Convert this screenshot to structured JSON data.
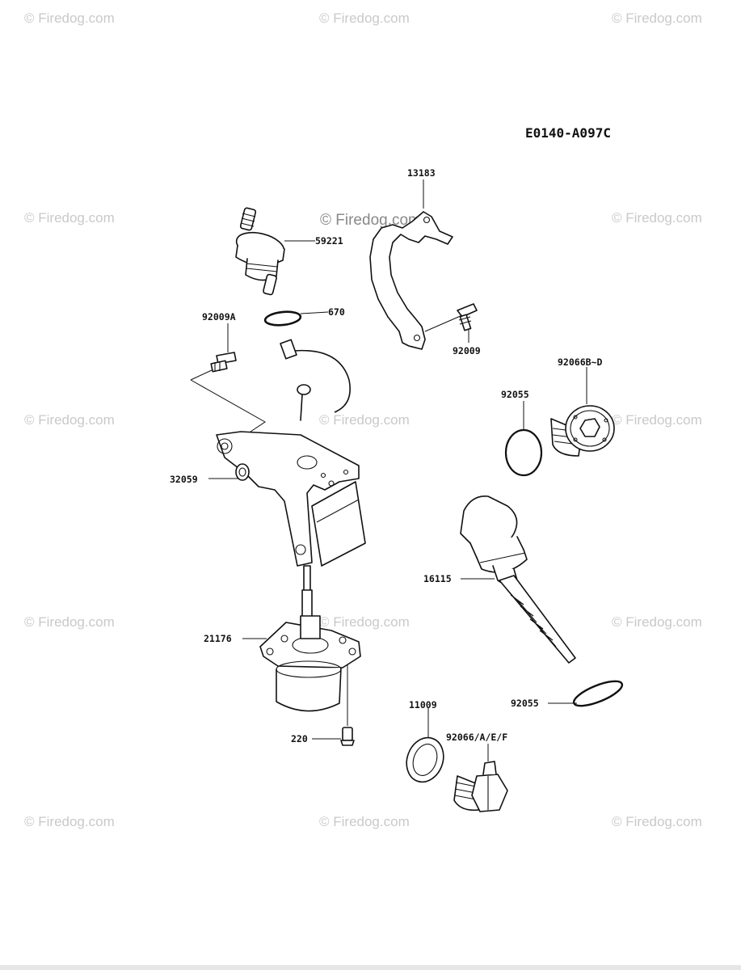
{
  "diagram_code": "E0140-A097C",
  "watermark": "© Firedog.com",
  "center_watermark": "© Firedog.com",
  "labels": {
    "p13183": "13183",
    "p59221": "59221",
    "p670": "670",
    "p92009A": "92009A",
    "p92009": "92009",
    "p92066BD": "92066B~D",
    "p92055a": "92055",
    "p32059": "32059",
    "p16115": "16115",
    "p21176": "21176",
    "p92055b": "92055",
    "p11009": "11009",
    "p92066AEF": "92066/A/E/F",
    "p220": "220"
  }
}
